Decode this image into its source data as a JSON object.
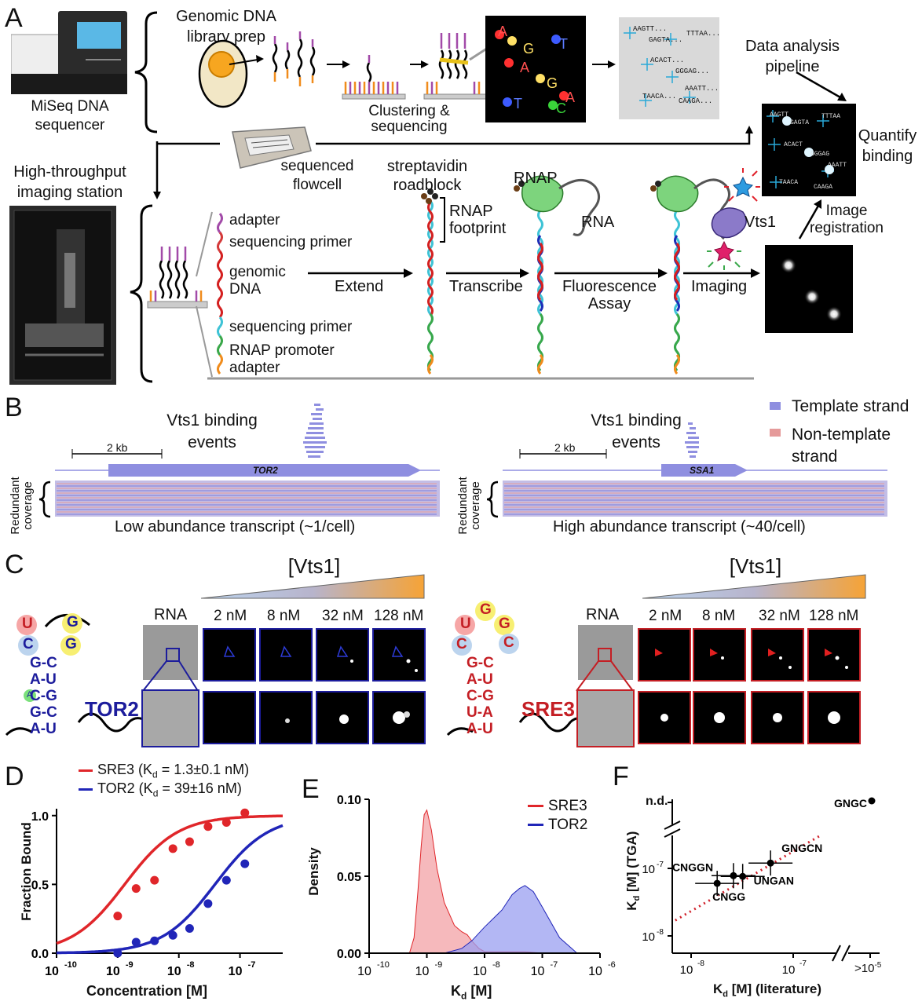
{
  "panels": {
    "A": "A",
    "B": "B",
    "C": "C",
    "D": "D",
    "E": "E",
    "F": "F"
  },
  "a": {
    "sequencer": "MiSeq DNA sequencer",
    "library_prep": "Genomic DNA library prep",
    "clustering": "Clustering & sequencing",
    "data_analysis": "Data analysis pipeline",
    "quantify": "Quantify binding",
    "flowcell": "sequenced flowcell",
    "imaging_station": "High-throughput imaging station",
    "streptavidin": "streptavidin roadblock",
    "rnap": "RNAP",
    "footprint": "RNAP footprint",
    "rna": "RNA",
    "vts1": "Vts1",
    "image_registration": "Image registration",
    "construct": [
      "adapter",
      "sequencing primer",
      "genomic DNA",
      "sequencing primer",
      "RNAP promoter",
      "adapter"
    ],
    "steps": {
      "extend": "Extend",
      "transcribe": "Transcribe",
      "fluorescence": "Fluorescence Assay",
      "imaging": "Imaging"
    },
    "reads": [
      "AAGTT...",
      "GAGTA...",
      "TTTAA...",
      "ACACT...",
      "GGGAG...",
      "AAATT...",
      "TAACA...",
      "CAAGA..."
    ],
    "bases": [
      "A",
      "G",
      "T",
      "A",
      "G",
      "A",
      "C",
      "T"
    ]
  },
  "b": {
    "left": {
      "events": "Vts1 binding events",
      "scale": "2 kb",
      "gene": "TOR2",
      "caption": "Low abundance transcript (~1/cell)"
    },
    "right": {
      "events": "Vts1 binding events",
      "scale": "2 kb",
      "gene": "SSA1",
      "caption": "High abundance transcript (~40/cell)"
    },
    "ylabel": "Redundant coverage",
    "legend": [
      {
        "label": "Template strand",
        "color": "#8f8fe0"
      },
      {
        "label": "Non-template strand",
        "color": "#e59a9a"
      }
    ]
  },
  "c": {
    "vts1": "[Vts1]",
    "rna": "RNA",
    "concs": [
      "2 nM",
      "8 nM",
      "32 nM",
      "128 nM"
    ],
    "left": {
      "name": "TOR2",
      "loop": [
        "U",
        "G",
        "C",
        "G"
      ],
      "stem_left": [
        "G",
        "A",
        "C",
        "G",
        "A"
      ],
      "stem_right": [
        "C",
        "U",
        "G",
        "C",
        "U"
      ],
      "bulge": "A"
    },
    "right": {
      "name": "SRE3",
      "loop": [
        "U",
        "G",
        "G",
        "C",
        "C"
      ],
      "stem_left": [
        "G",
        "A",
        "C",
        "U",
        "A"
      ],
      "stem_right": [
        "C",
        "U",
        "G",
        "A",
        "U"
      ]
    }
  },
  "chart_data": [
    {
      "type": "scatter",
      "panel": "D",
      "xlabel": "Concentration [M]",
      "ylabel": "Fraction Bound",
      "xscale": "log",
      "xlim": [
        1e-10,
        5e-07
      ],
      "ylim": [
        0,
        1.05
      ],
      "xticks": [
        "10",
        "10",
        "10",
        "10"
      ],
      "xtick_exp": [
        "-10",
        "-9",
        "-8",
        "-7"
      ],
      "yticks": [
        "0.0",
        "0.5",
        "1.0"
      ],
      "series": [
        {
          "name": "SRE3 (Kd = 1.3±0.1 nM)",
          "legend_main": "SRE3 (K",
          "legend_sub": "d",
          "legend_rest": " = 1.3±0.1 nM)",
          "color": "#e0262a",
          "kd": 1.3e-09,
          "x": [
            1e-09,
            2e-09,
            4e-09,
            8e-09,
            1.5e-08,
            3e-08,
            6e-08,
            1.2e-07
          ],
          "y": [
            0.27,
            0.47,
            0.53,
            0.76,
            0.81,
            0.92,
            0.95,
            1.02
          ]
        },
        {
          "name": "TOR2 (Kd = 39±16 nM)",
          "legend_main": "TOR2 (K",
          "legend_sub": "d",
          "legend_rest": " = 39±16 nM)",
          "color": "#2025b8",
          "kd": 3.9e-08,
          "x": [
            1e-09,
            2e-09,
            4e-09,
            8e-09,
            1.5e-08,
            3e-08,
            6e-08,
            1.2e-07
          ],
          "y": [
            0.0,
            0.08,
            0.09,
            0.13,
            0.18,
            0.36,
            0.53,
            0.65
          ]
        }
      ]
    },
    {
      "type": "area",
      "panel": "E",
      "xlabel": "Kd [M]",
      "ylabel": "Density",
      "xscale": "log",
      "xlim": [
        1e-10,
        1e-06
      ],
      "ylim": [
        0,
        0.1
      ],
      "xtick_exp": [
        "-10",
        "-9",
        "-8",
        "-7",
        "-6"
      ],
      "yticks": [
        "0.00",
        "0.05",
        "0.10"
      ],
      "series": [
        {
          "name": "SRE3",
          "color": "#e0262a",
          "fill": "#f3a2a6",
          "x": [
            5e-10,
            6e-10,
            7e-10,
            8e-10,
            9e-10,
            1e-09,
            1.2e-09,
            1.5e-09,
            2e-09,
            3e-09,
            4e-09,
            5e-09,
            6e-09,
            8e-09,
            1e-08,
            2e-08,
            5e-08,
            1e-07
          ],
          "y": [
            0,
            0.01,
            0.04,
            0.07,
            0.09,
            0.093,
            0.08,
            0.055,
            0.033,
            0.018,
            0.014,
            0.012,
            0.008,
            0.003,
            0.001,
            0.001,
            0.001,
            0
          ]
        },
        {
          "name": "TOR2",
          "color": "#2025b8",
          "fill": "#9a9ff0",
          "x": [
            2e-09,
            4e-09,
            6e-09,
            1e-08,
            2e-08,
            3e-08,
            4e-08,
            5e-08,
            7e-08,
            1e-07,
            2e-07,
            4e-07
          ],
          "y": [
            0,
            0.003,
            0.008,
            0.017,
            0.028,
            0.038,
            0.042,
            0.044,
            0.04,
            0.03,
            0.01,
            0
          ]
        }
      ]
    },
    {
      "type": "scatter",
      "panel": "F",
      "xlabel": "Kd [M] (literature)",
      "ylabel": "Kd [M] (TGA)",
      "xscale": "log",
      "yscale": "log",
      "xtick_exp": [
        "-8",
        "-7",
        "-5"
      ],
      "ytick_exp": [
        "-8",
        "-7"
      ],
      "nd_label": "n.d.",
      "gt_label": ">10",
      "points": [
        {
          "label": "GNGC",
          "x": null,
          "y": null,
          "nd": true
        },
        {
          "label": "GNGCN",
          "x": 6e-08,
          "y": 1.2e-07
        },
        {
          "label": "CNGGN",
          "x": 2.6e-08,
          "y": 7.8e-08
        },
        {
          "label": "UNGAN",
          "x": 3.2e-08,
          "y": 7.6e-08
        },
        {
          "label": "CNGG",
          "x": 1.8e-08,
          "y": 6e-08
        }
      ]
    }
  ]
}
